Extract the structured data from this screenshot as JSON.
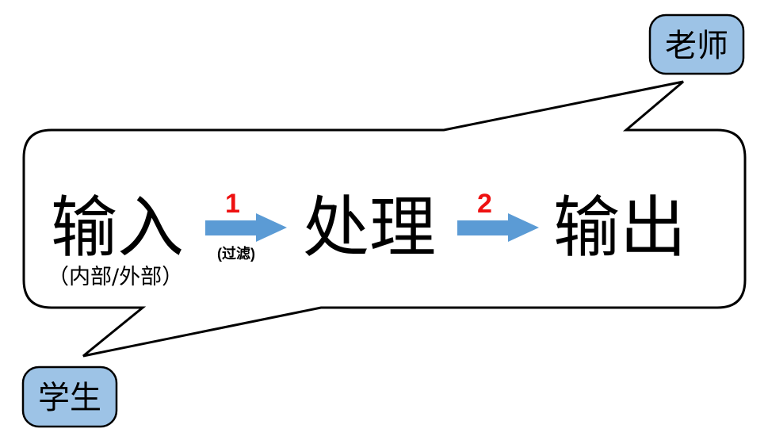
{
  "flow": {
    "input": "输入",
    "input_note": "（内部/外部）",
    "step1_number": "1",
    "step1_note": "(过滤)",
    "process": "处理",
    "step2_number": "2",
    "output": "输出"
  },
  "roles": {
    "teacher": "老师",
    "student": "学生"
  },
  "colors": {
    "role_fill": "#9dc3e6",
    "arrow_fill": "#5b9bd5",
    "number_color": "#ee1111"
  }
}
